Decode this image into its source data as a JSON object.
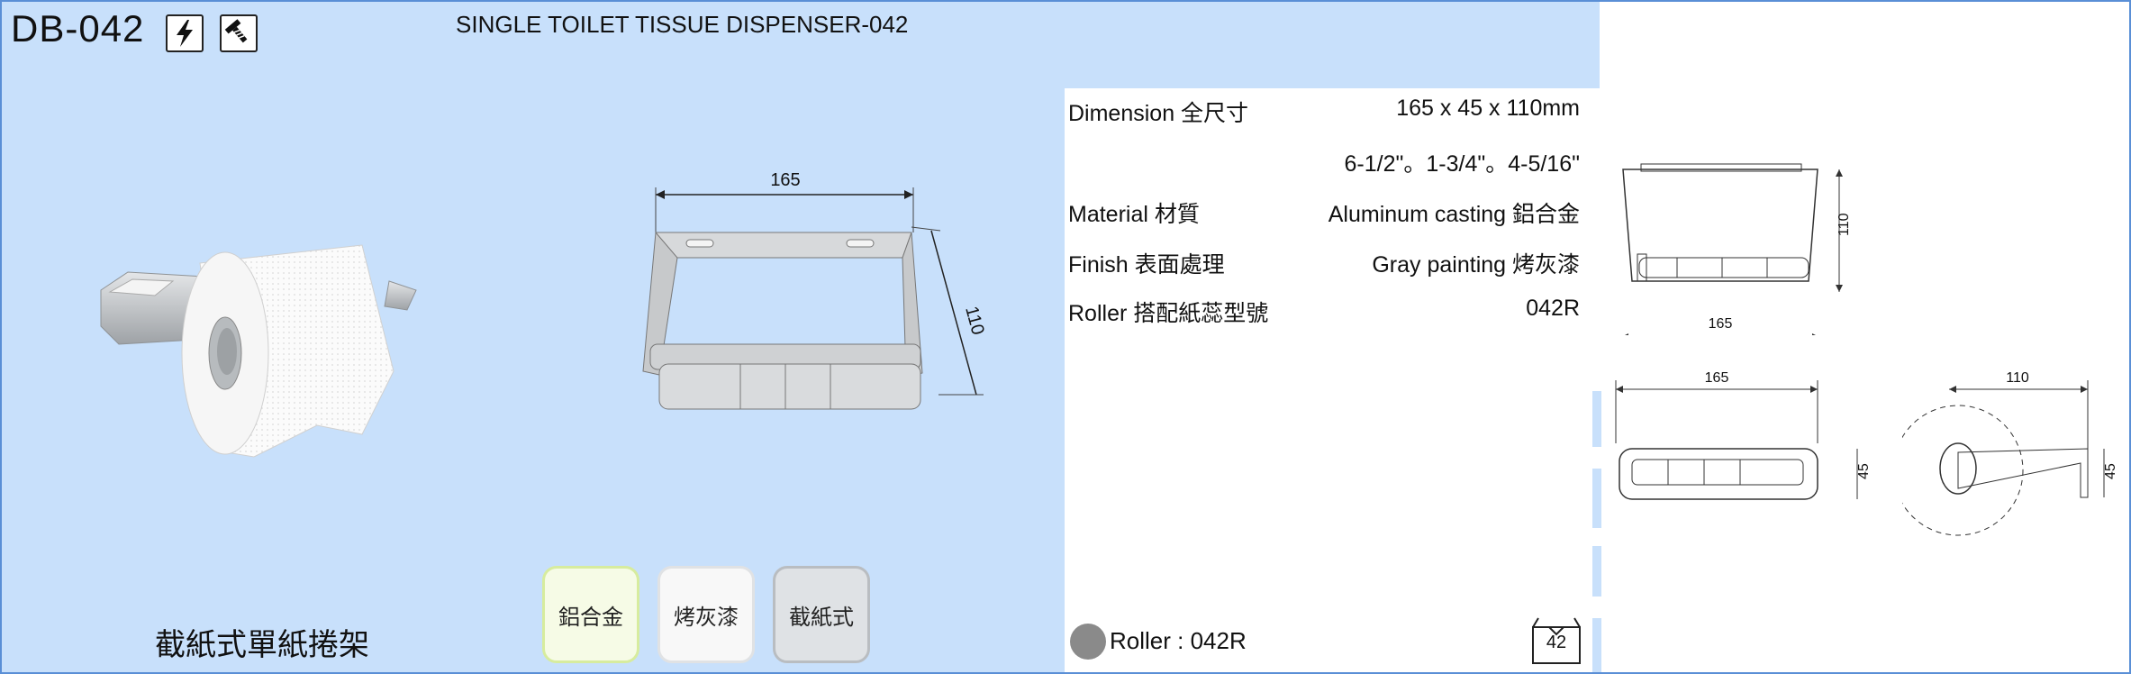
{
  "header": {
    "model": "DB-042",
    "title": "SINGLE TOILET TISSUE DISPENSER-042",
    "badges": [
      "lightning-icon",
      "screw-icon"
    ]
  },
  "subtitle": "截紙式單紙捲架",
  "tags": [
    "鋁合金",
    "烤灰漆",
    "截紙式"
  ],
  "line_drawing": {
    "width_label": "165",
    "height_label": "110"
  },
  "specs": {
    "dimension": {
      "label": "Dimension 全尺寸",
      "value": "165 x 45 x 110mm"
    },
    "dimension_inch": {
      "value": "6-1/2\"。1-3/4\"。4-5/16\""
    },
    "material": {
      "label": "Material 材質",
      "value": "Aluminum casting 鋁合金"
    },
    "finish": {
      "label": "Finish 表面處理",
      "value": "Gray painting 烤灰漆"
    },
    "roller": {
      "label": "Roller 搭配紙蕊型號",
      "value": "042R"
    }
  },
  "roller_note": "Roller : 042R",
  "pack_qty": "42",
  "drawings": {
    "front": {
      "width": "165",
      "height": "110"
    },
    "top": {
      "width": "165",
      "depth": "45"
    },
    "side": {
      "width": "110",
      "depth": "45"
    }
  }
}
